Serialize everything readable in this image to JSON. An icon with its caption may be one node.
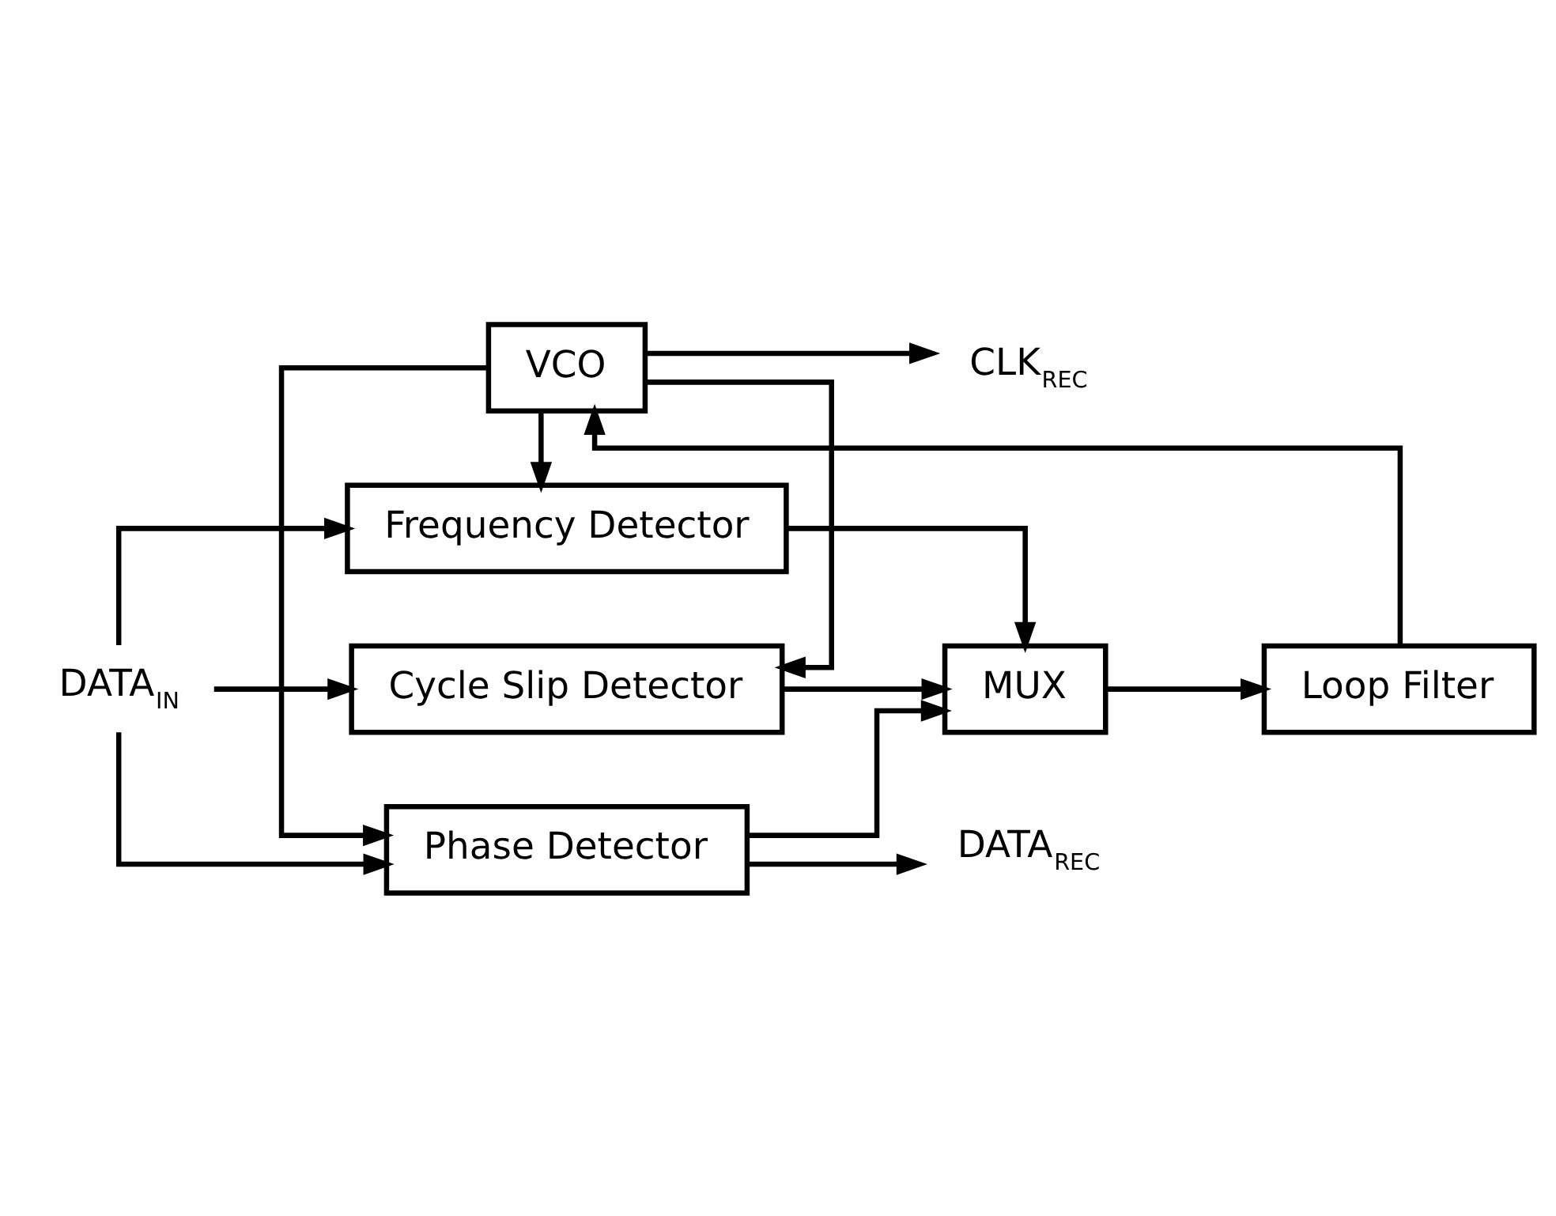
{
  "diagram": {
    "nodes": [
      {
        "text": [
          "Phase Detector"
        ]
      },
      {
        "text": [
          "MUX"
        ]
      },
      {
        "text": [
          "Loop Filter"
        ]
      },
      {
        "text": [
          "VCO"
        ]
      },
      {
        "text": [
          "Cycle Slip Detector"
        ]
      },
      {
        "text": [
          "Frequency Detector"
        ]
      },
      {
        "text": [
          "DATA$_{IN}$"
        ]
      },
      {
        "text": [
          "CLK$_{REC}$"
        ]
      },
      {
        "text": [
          "DATA$_{REC}$"
        ]
      }
    ],
    "edges": [
      {
        "from": 6,
        "to": 0,
        "arrow": "to"
      },
      {
        "from": 6,
        "to": 4,
        "arrow": "to"
      },
      {
        "from": 6,
        "to": 5,
        "arrow": "to"
      },
      {
        "from": 3,
        "to": 0,
        "arrow": "to"
      },
      {
        "from": 3,
        "to": 4,
        "arrow": "to"
      },
      {
        "from": 3,
        "to": 5,
        "arrow": "to"
      },
      {
        "from": 3,
        "to": 7,
        "arrow": "to"
      },
      {
        "from": 0,
        "to": 8,
        "arrow": "to"
      },
      {
        "from": 0,
        "to": 1,
        "arrow": "to"
      },
      {
        "from": 4,
        "to": 1,
        "arrow": "to"
      },
      {
        "from": 5,
        "to": 1,
        "arrow": "to"
      },
      {
        "from": 1,
        "to": 2,
        "arrow": "to"
      },
      {
        "from": 2,
        "to": 3,
        "arrow": "to"
      }
    ]
  }
}
